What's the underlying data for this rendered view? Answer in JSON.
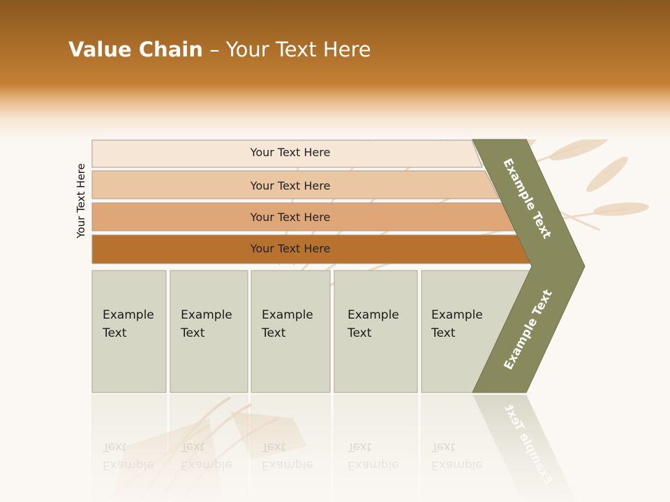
{
  "title": {
    "bold": "Value Chain",
    "rest": " – Your Text Here"
  },
  "side_label": "Your Text Here",
  "bars": [
    {
      "label": "Your Text Here",
      "color": "#f5e6d6"
    },
    {
      "label": "Your Text Here",
      "color": "#ebc6a3"
    },
    {
      "label": "Your Text Here",
      "color": "#dfa677"
    },
    {
      "label": "Your Text Here",
      "color": "#b8722f"
    }
  ],
  "boxes": [
    {
      "line1": "Example",
      "line2": "Text"
    },
    {
      "line1": "Example",
      "line2": "Text"
    },
    {
      "line1": "Example",
      "line2": "Text"
    },
    {
      "line1": "Example",
      "line2": "Text"
    },
    {
      "line1": "Example",
      "line2": "Text"
    }
  ],
  "chevron": {
    "upper_text": "Example Text",
    "lower_text": "Example Text",
    "color": "#888a5e"
  },
  "colors": {
    "box_fill": "#d6d6c4",
    "box_stroke": "#a8a898",
    "header_brown": "#c47f34"
  }
}
